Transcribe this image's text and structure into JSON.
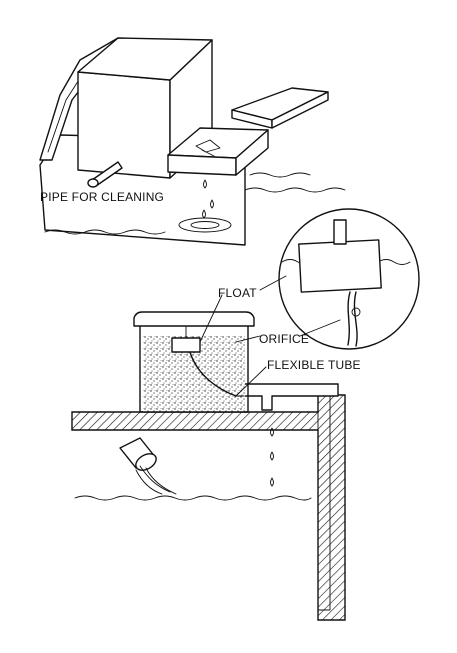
{
  "labels": {
    "pipe_for_cleaning": "PIPE FOR CLEANING",
    "float": "FLOAT",
    "orifice": "ORIFICE",
    "flexible_tube": "FLEXIBLE TUBE"
  },
  "colors": {
    "ink": "#111111",
    "paper": "#ffffff"
  }
}
